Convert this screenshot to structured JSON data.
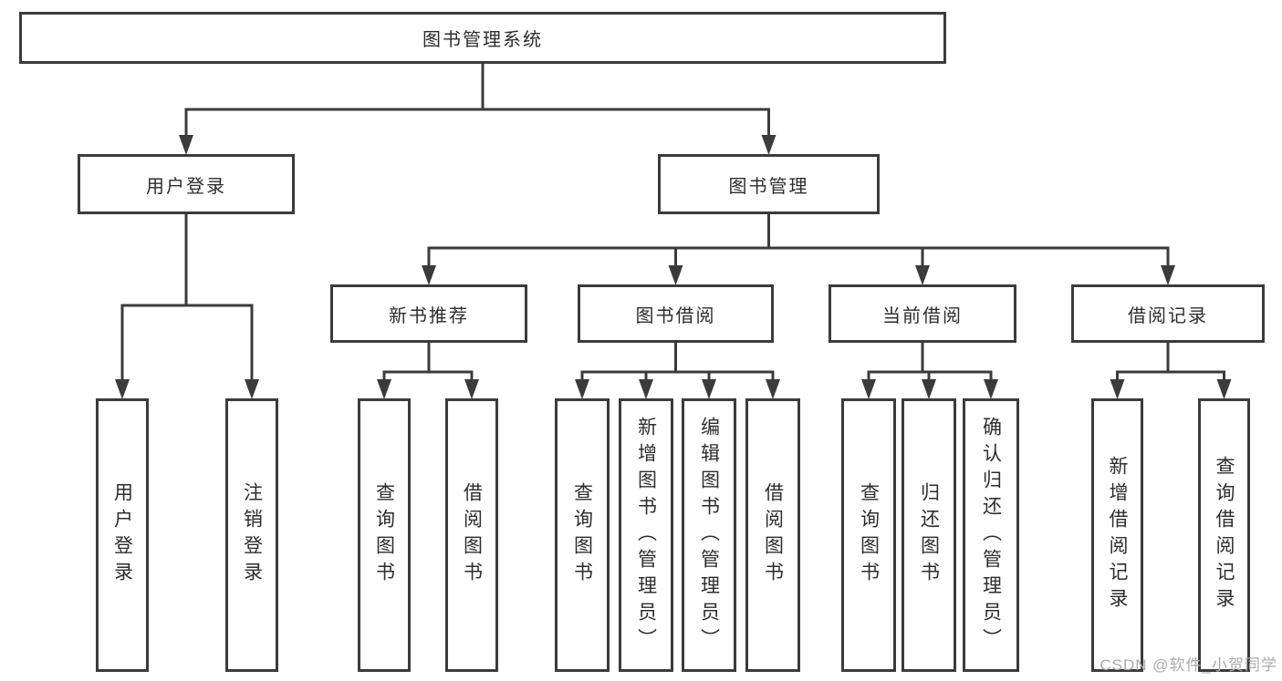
{
  "diagram": {
    "nodes": {
      "root": "图书管理系统",
      "user_login": "用户登录",
      "book_mgmt": "图书管理",
      "new_book_rec": "新书推荐",
      "book_borrow": "图书借阅",
      "current_borrow": "当前借阅",
      "borrow_record": "借阅记录",
      "ul_user_login": "用户登录",
      "ul_logout": "注销登录",
      "nb_query_book": "查询图书",
      "nb_borrow_book": "借阅图书",
      "bb_query_book": "查询图书",
      "bb_add_book": "新增图书（管理员）",
      "bb_edit_book": "编辑图书（管理员）",
      "bb_borrow_book": "借阅图书",
      "cb_query_book": "查询图书",
      "cb_return_book": "归还图书",
      "cb_confirm_return": "确认归还（管理员）",
      "br_add_record": "新增借阅记录",
      "br_query_record": "查询借阅记录"
    },
    "colors": {
      "line": "#3b3b3b",
      "border": "#3b3b3b",
      "text": "#2d2d2d",
      "background": "#ffffff",
      "watermark": "#a9aab3"
    }
  },
  "watermark": {
    "text": "CSDN @软件_小贺同学"
  }
}
